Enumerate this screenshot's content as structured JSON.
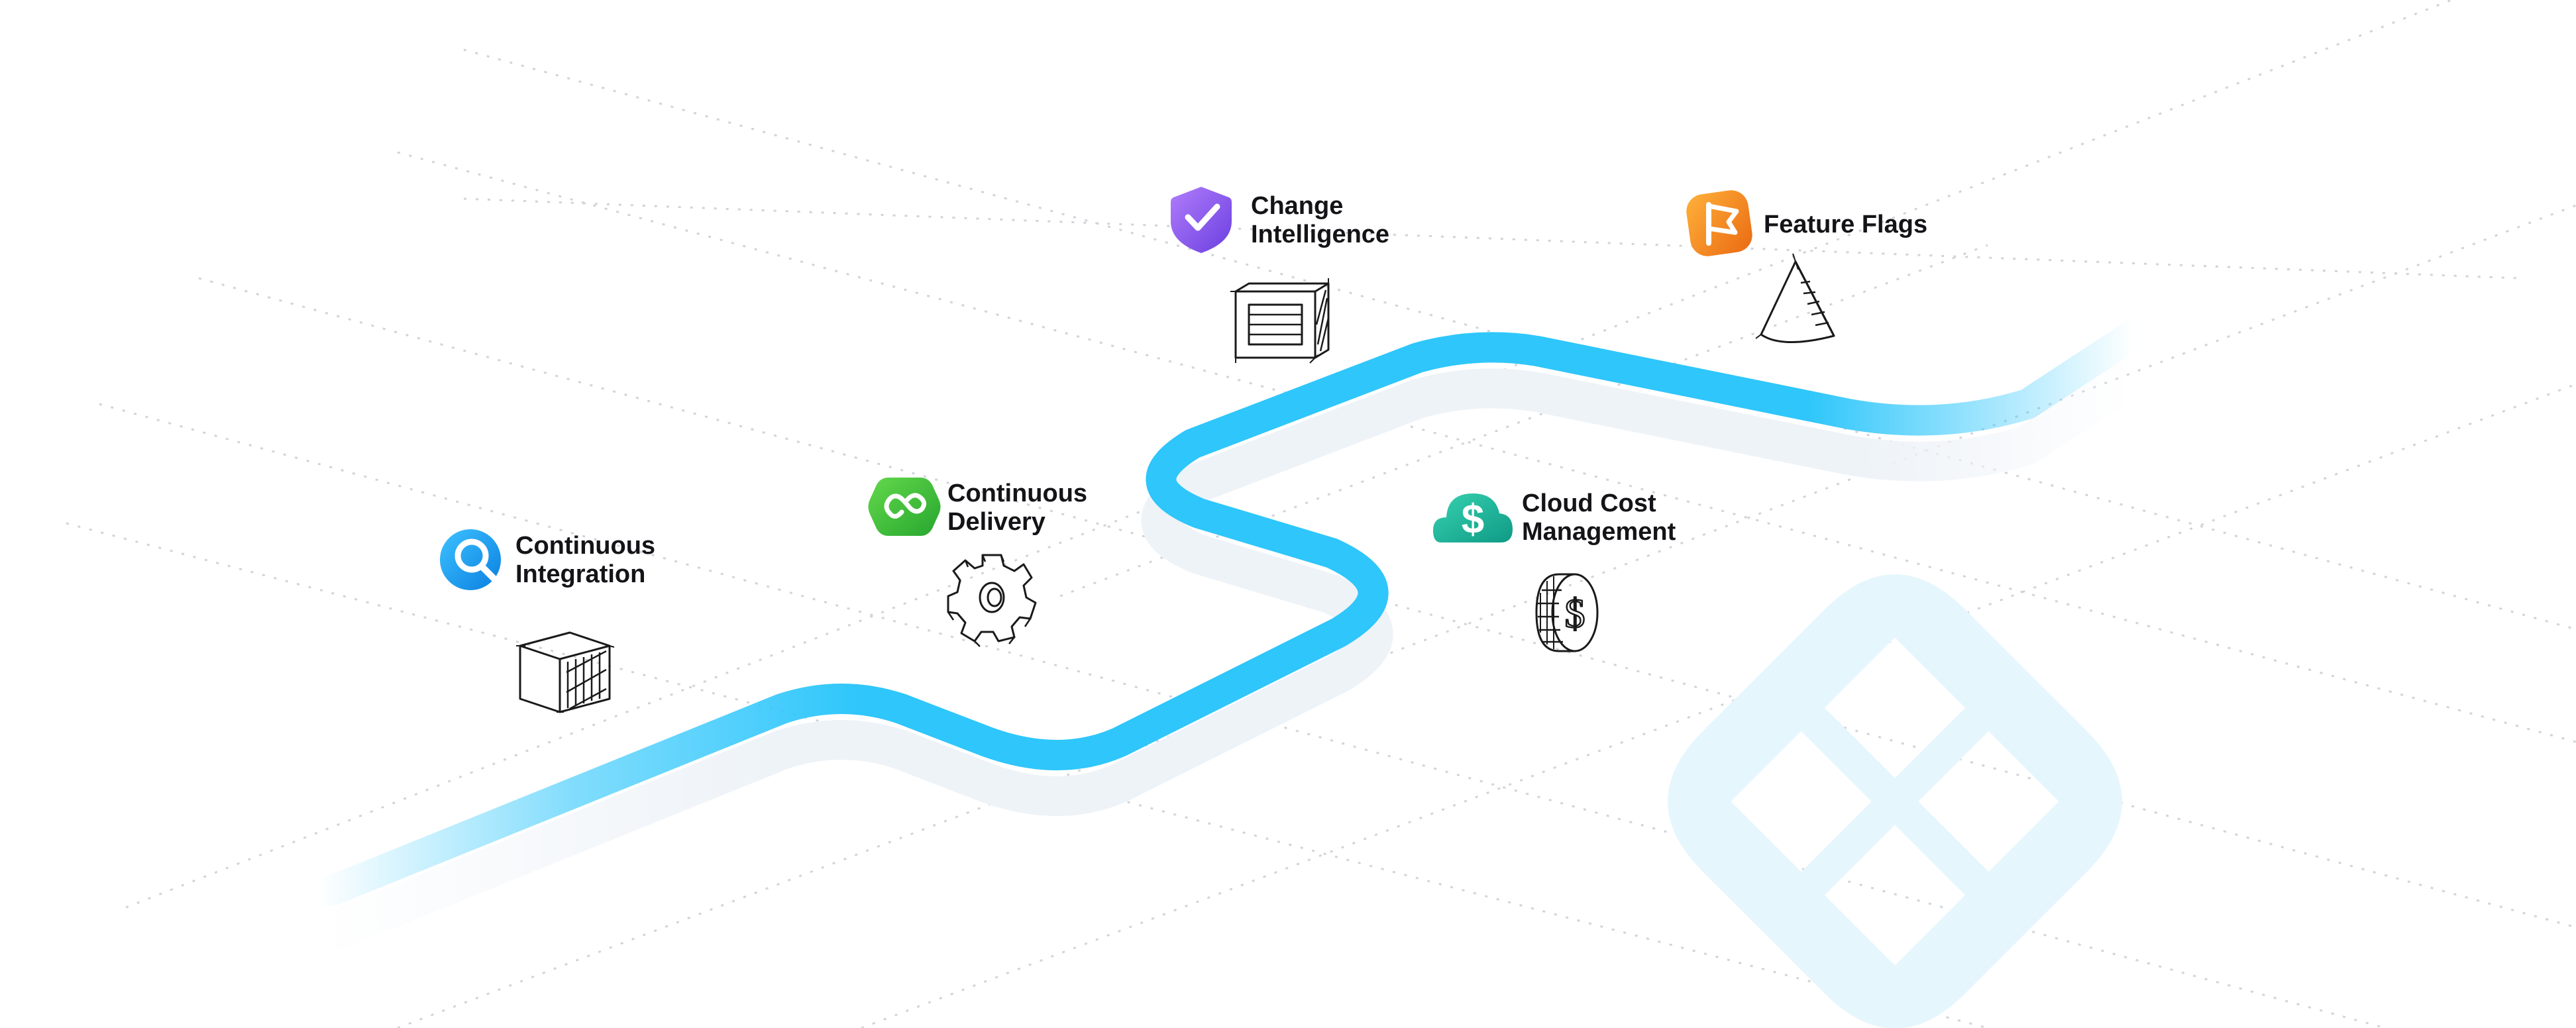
{
  "diagram": {
    "stages": [
      {
        "id": "ci",
        "lines": [
          "Continuous",
          "Integration"
        ],
        "icon": "search-circle-icon",
        "color": "#1aa3f0",
        "illustration": "box-sketch-icon"
      },
      {
        "id": "cd",
        "lines": [
          "Continuous",
          "Delivery"
        ],
        "icon": "infinity-hexagon-icon",
        "color": "#3fbf3a",
        "illustration": "gear-sketch-icon"
      },
      {
        "id": "chg",
        "lines": [
          "Change",
          "Intelligence"
        ],
        "icon": "shield-check-icon",
        "color": "#8f59ec",
        "illustration": "crate-sketch-icon"
      },
      {
        "id": "ccm",
        "lines": [
          "Cloud Cost",
          "Management"
        ],
        "icon": "dollar-cloud-icon",
        "color": "#1fb59c",
        "illustration": "coin-sketch-icon"
      },
      {
        "id": "ff",
        "lines": [
          "Feature Flags"
        ],
        "icon": "flag-square-icon",
        "color": "#f28a1e",
        "illustration": "cone-sketch-icon"
      }
    ],
    "colors": {
      "road": "#2ec6fb",
      "road_shadow": "#eef3f8",
      "grid": "#c9ccd2",
      "watermark": "#e6f6fd"
    }
  }
}
